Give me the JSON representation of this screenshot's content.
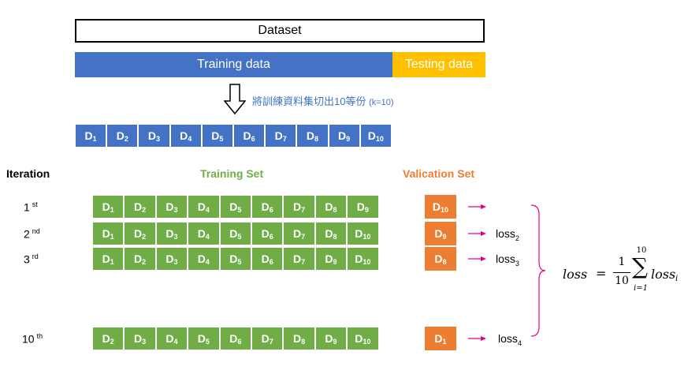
{
  "header": {
    "dataset_label": "Dataset",
    "training_label": "Training data",
    "testing_label": "Testing data"
  },
  "split_note": "將訓練資料集切出10等份",
  "split_k": "(k=10)",
  "folds_row": [
    "1",
    "2",
    "3",
    "4",
    "5",
    "6",
    "7",
    "8",
    "9",
    "10"
  ],
  "fold_letter": "D",
  "iteration_header": "Iteration",
  "training_set_header": "Training Set",
  "validation_set_header": "Valication Set",
  "iterations": [
    {
      "num": "1",
      "suffix": "st",
      "train": [
        "1",
        "2",
        "3",
        "4",
        "5",
        "6",
        "7",
        "8",
        "9"
      ],
      "val": "10",
      "loss_sub": ""
    },
    {
      "num": "2",
      "suffix": "nd",
      "train": [
        "1",
        "2",
        "3",
        "4",
        "5",
        "6",
        "7",
        "8",
        "10"
      ],
      "val": "9",
      "loss_sub": "2"
    },
    {
      "num": "3",
      "suffix": "rd",
      "train": [
        "1",
        "2",
        "3",
        "4",
        "5",
        "6",
        "7",
        "9",
        "10"
      ],
      "val": "8",
      "loss_sub": "3"
    },
    {
      "num": "10",
      "suffix": "th",
      "train": [
        "2",
        "3",
        "4",
        "5",
        "6",
        "7",
        "8",
        "9",
        "10"
      ],
      "val": "1",
      "loss_sub": "4"
    }
  ],
  "loss_word": "loss",
  "formula": {
    "lhs": "loss",
    "equals": "=",
    "numerator": "1",
    "denominator": "10",
    "sum_top": "10",
    "sum_bottom": "i=1",
    "term": "loss",
    "term_sub": "i"
  },
  "colors": {
    "blue": "#4472C4",
    "yellow": "#FFC000",
    "green": "#70AD47",
    "orange": "#ED7D31",
    "pink": "#E6007E"
  }
}
